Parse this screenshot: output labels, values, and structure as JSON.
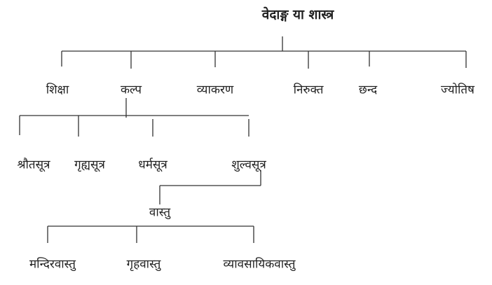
{
  "root": "वेदाङ्ग या शास्त्र",
  "vedangas": [
    "शिक्षा",
    "कल्प",
    "व्याकरण",
    "निरुक्त",
    "छन्द",
    "ज्योतिष"
  ],
  "kalpa_children": [
    "श्रौतसूत्र",
    "गृह्यसूत्र",
    "धर्मसूत्र",
    "शुल्वसूत्र"
  ],
  "vastu": "वास्तु",
  "vastu_children": [
    "मन्दिरवास्तु",
    "गृहवास्तु",
    "व्यावसायिकवास्तु"
  ]
}
